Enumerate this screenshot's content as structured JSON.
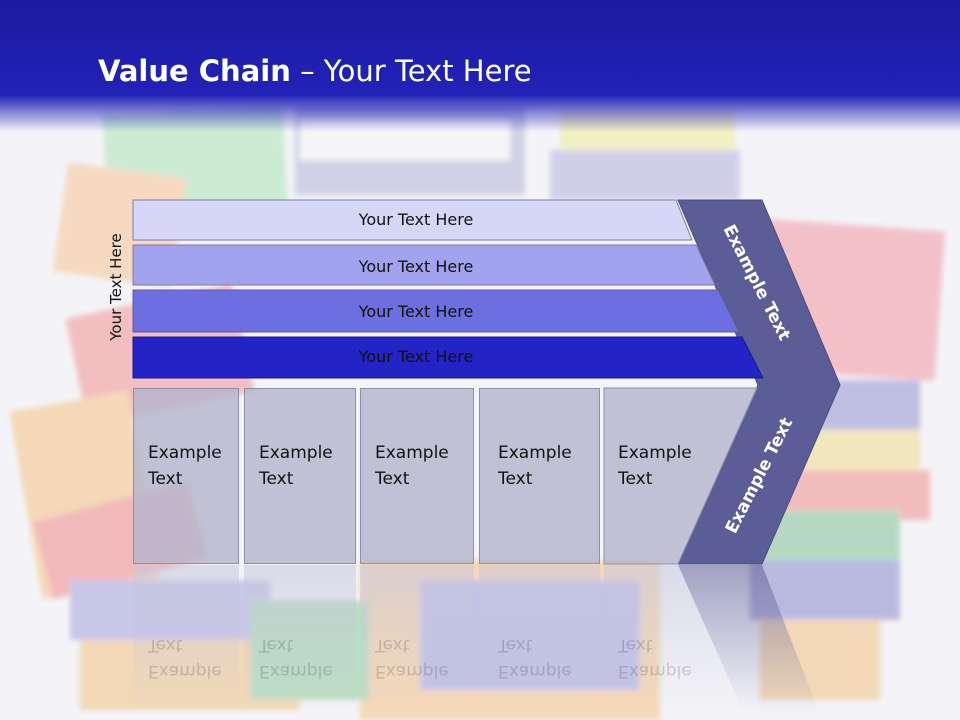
{
  "slide": {
    "title_bold": "Value Chain",
    "title_rest": " – Your Text Here",
    "side_label": "Your Text Here"
  },
  "bars": [
    {
      "label": "Your Text Here",
      "color": "#d6d7f6"
    },
    {
      "label": "Your Text Here",
      "color": "#a2a3ee"
    },
    {
      "label": "Your Text Here",
      "color": "#6d6ee0"
    },
    {
      "label": "Your Text Here",
      "color": "#2323c6"
    }
  ],
  "boxes": [
    {
      "line1": "Example",
      "line2": "Text"
    },
    {
      "line1": "Example",
      "line2": "Text"
    },
    {
      "line1": "Example",
      "line2": "Text"
    },
    {
      "line1": "Example",
      "line2": "Text"
    },
    {
      "line1": "Example",
      "line2": "Text"
    }
  ],
  "chevron": {
    "upper_text": "Example Text",
    "lower_text": "Example Text",
    "color": "#5b5d96"
  }
}
